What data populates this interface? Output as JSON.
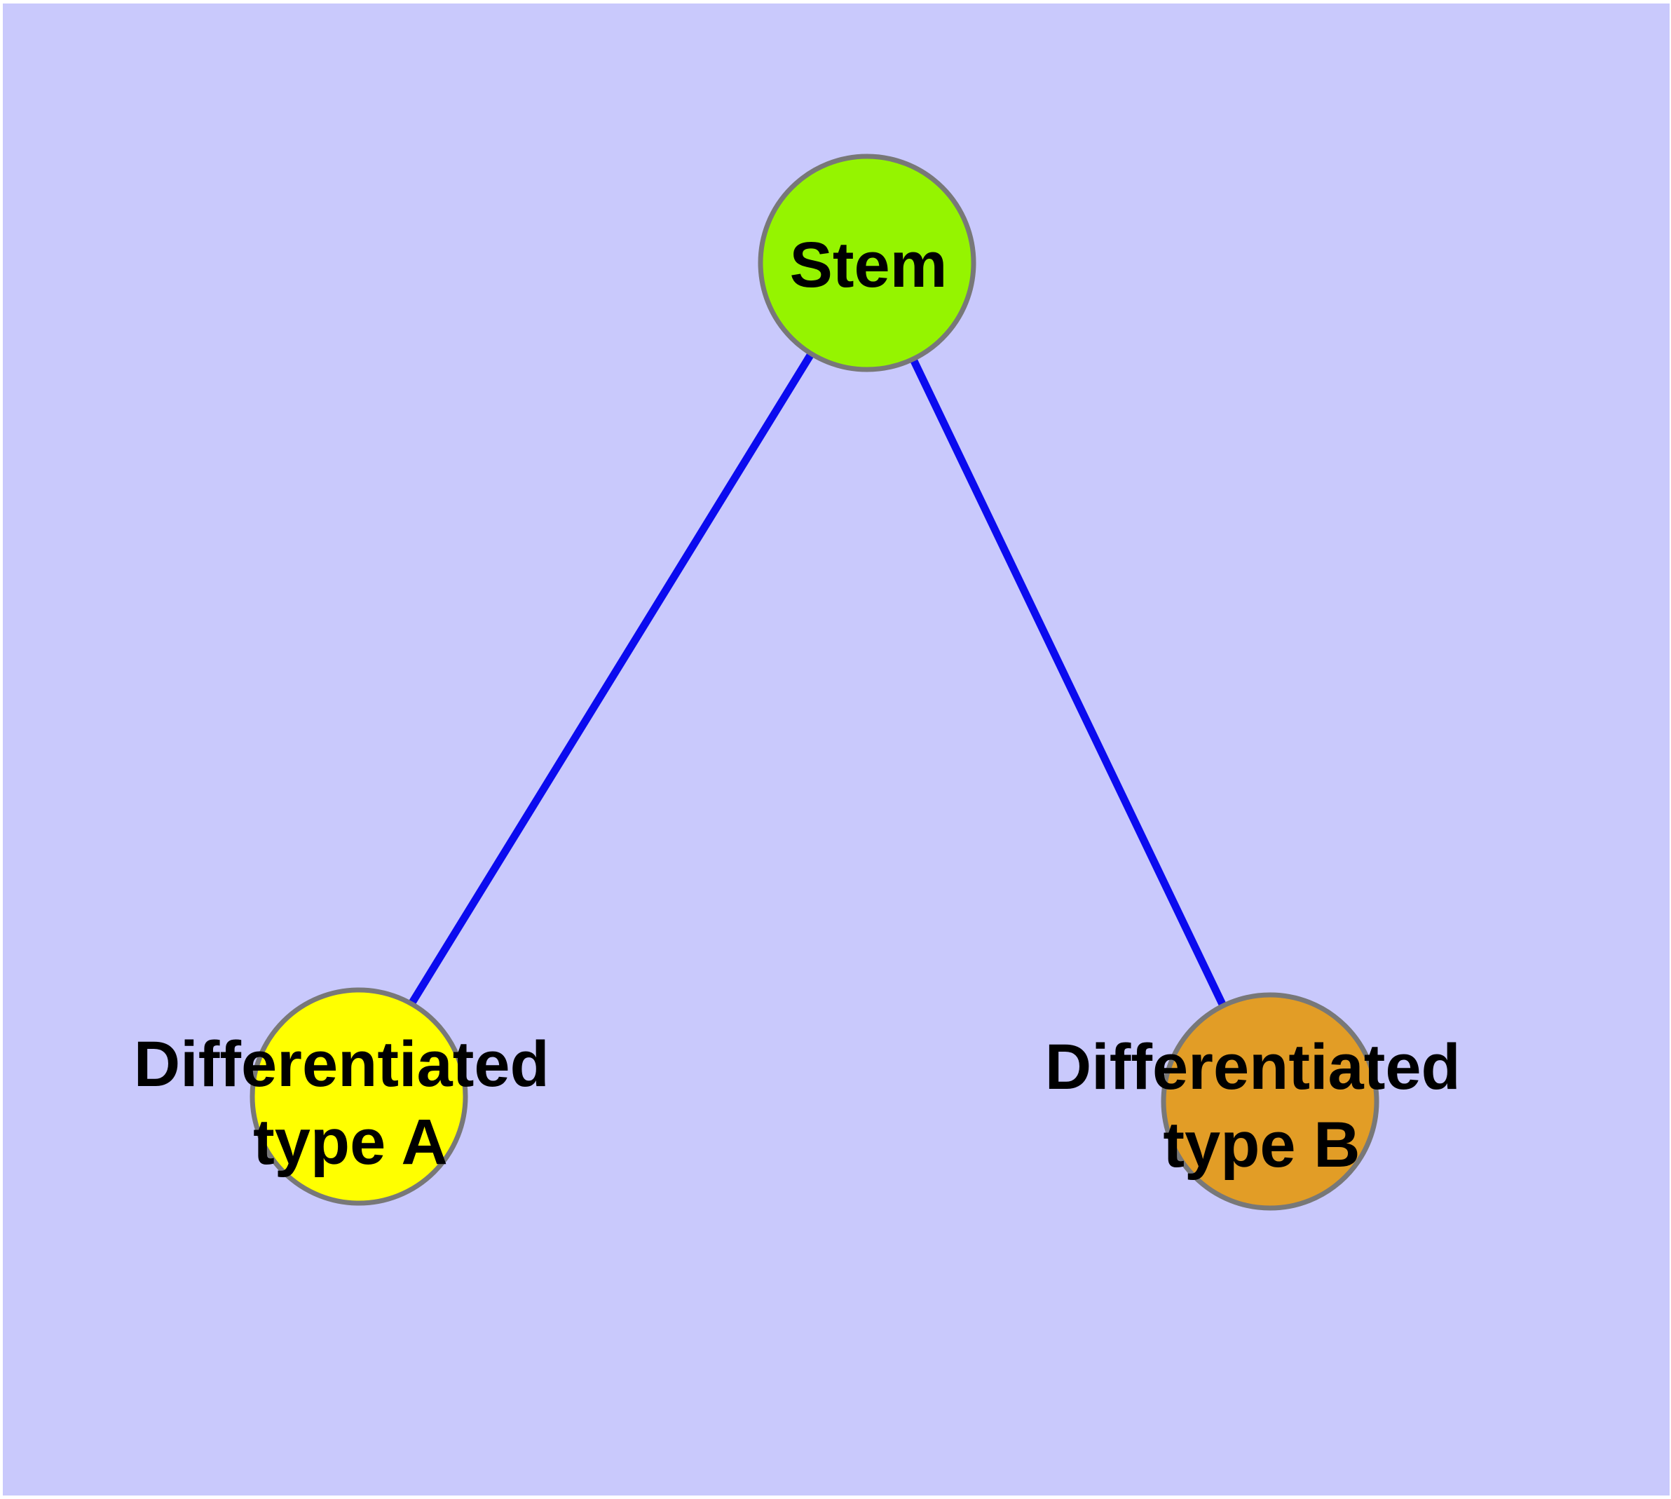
{
  "diagram": {
    "type": "graph",
    "background_color": "#c9c9fc",
    "frame_color": "#ffffff",
    "edge_color": "#0b0bef",
    "node_border_color": "#787878",
    "text_color": "#000000",
    "nodes": [
      {
        "id": "stem",
        "label": "Stem",
        "label_line1": "Stem",
        "label_line2": "",
        "fill": "#95f400"
      },
      {
        "id": "differentiated-type-a",
        "label": "Differentiated type A",
        "label_line1": "Differentiated",
        "label_line2": "type A",
        "fill": "#ffff00"
      },
      {
        "id": "differentiated-type-b",
        "label": "Differentiated type B",
        "label_line1": "Differentiated",
        "label_line2": "type B",
        "fill": "#e29d26"
      }
    ],
    "edges": [
      {
        "from": "stem",
        "to": "differentiated-type-a"
      },
      {
        "from": "stem",
        "to": "differentiated-type-b"
      }
    ]
  }
}
